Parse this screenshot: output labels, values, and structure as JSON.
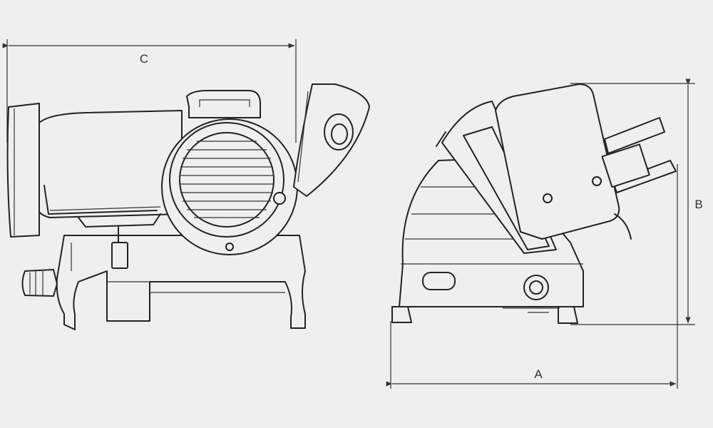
{
  "dimensions": {
    "a_label": "A",
    "b_label": "B",
    "c_label": "C"
  },
  "colors": {
    "background": "#efefef",
    "line": "#222222"
  }
}
